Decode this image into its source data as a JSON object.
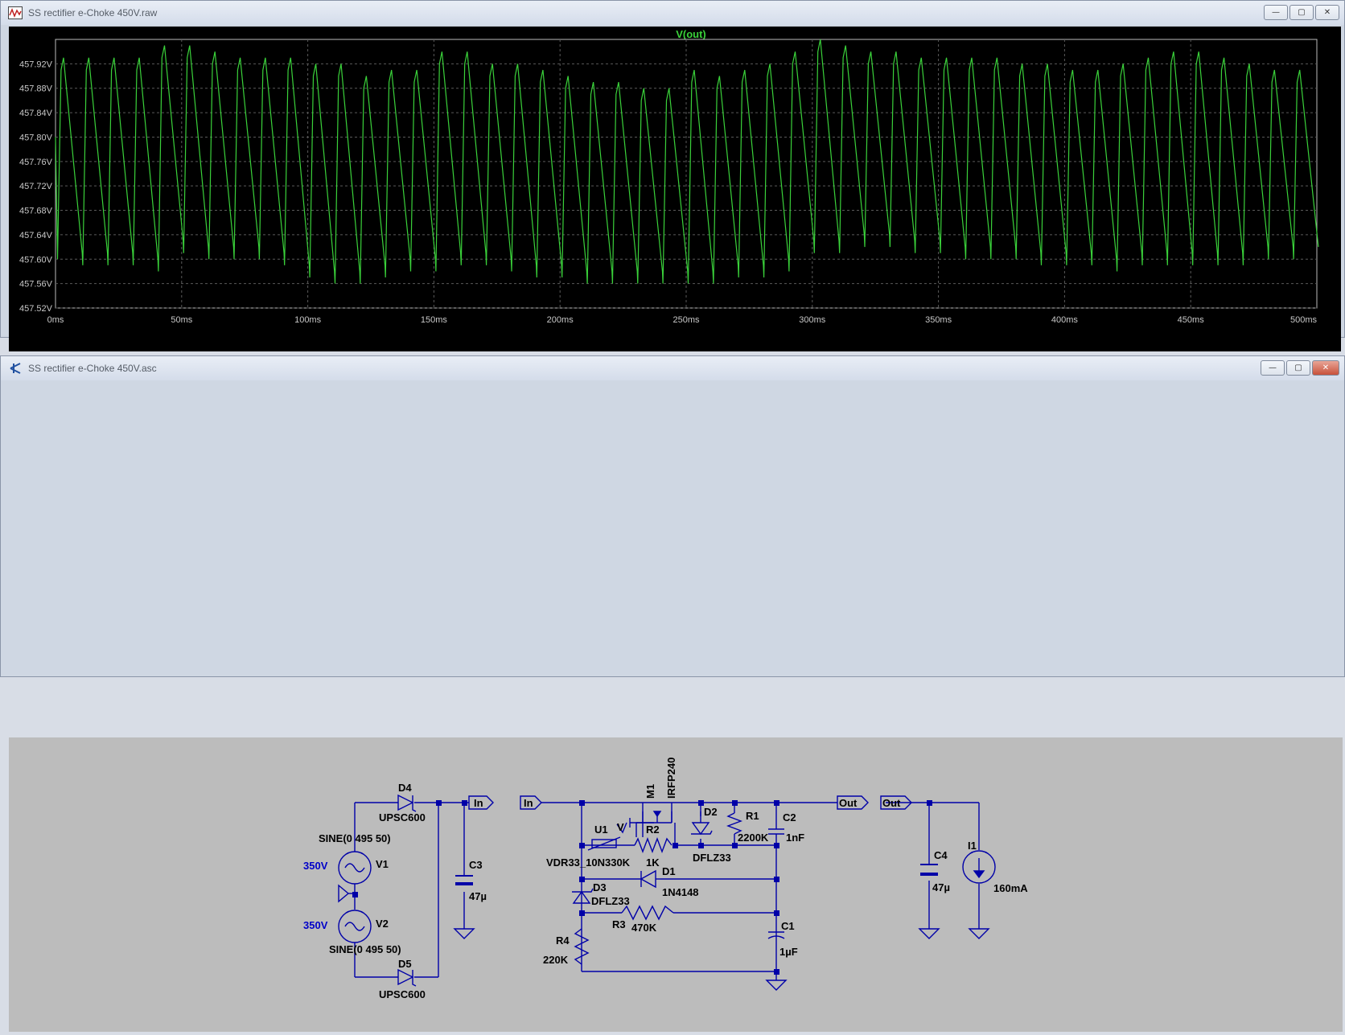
{
  "waveform_window": {
    "title": "SS rectifier e-Choke 450V.raw",
    "controls": {
      "minimize": "—",
      "maximize": "▢",
      "close": "✕"
    }
  },
  "schematic_window": {
    "title": "SS rectifier e-Choke 450V.asc",
    "controls": {
      "minimize": "—",
      "maximize": "▢",
      "close": "✕"
    }
  },
  "colors": {
    "trace": "#3ad13a",
    "grid": "#5a5a5a",
    "axis_text": "#c8c8c8",
    "wire": "#0000a8",
    "schematic_bg": "#bcbcbc",
    "source_value": "#0000c8"
  },
  "chart_data": {
    "type": "line",
    "title": "V(out)",
    "xlabel": "",
    "ylabel": "",
    "x_ticks": [
      "0ms",
      "50ms",
      "100ms",
      "150ms",
      "200ms",
      "250ms",
      "300ms",
      "350ms",
      "400ms",
      "450ms",
      "500ms"
    ],
    "y_ticks": [
      "457.52V",
      "457.56V",
      "457.60V",
      "457.64V",
      "457.68V",
      "457.72V",
      "457.76V",
      "457.80V",
      "457.84V",
      "457.88V",
      "457.92V"
    ],
    "xlim": [
      0,
      500
    ],
    "ylim": [
      457.52,
      457.96
    ],
    "grid": true,
    "series": [
      {
        "name": "V(out)",
        "color": "#3ad13a",
        "period_ms": 10,
        "peaks": [
          457.93,
          457.93,
          457.93,
          457.93,
          457.95,
          457.95,
          457.94,
          457.93,
          457.93,
          457.93,
          457.92,
          457.92,
          457.9,
          457.91,
          457.91,
          457.94,
          457.94,
          457.92,
          457.92,
          457.91,
          457.9,
          457.89,
          457.89,
          457.88,
          457.88,
          457.91,
          457.9,
          457.91,
          457.92,
          457.94,
          457.96,
          457.95,
          457.94,
          457.94,
          457.93,
          457.93,
          457.93,
          457.93,
          457.92,
          457.92,
          457.91,
          457.91,
          457.92,
          457.93,
          457.94,
          457.94,
          457.93,
          457.92,
          457.91,
          457.91
        ],
        "troughs": [
          457.6,
          457.59,
          457.59,
          457.59,
          457.58,
          457.61,
          457.6,
          457.6,
          457.6,
          457.59,
          457.57,
          457.56,
          457.56,
          457.57,
          457.58,
          457.58,
          457.59,
          457.59,
          457.58,
          457.57,
          457.57,
          457.56,
          457.56,
          457.56,
          457.56,
          457.56,
          457.56,
          457.57,
          457.57,
          457.58,
          457.61,
          457.61,
          457.62,
          457.62,
          457.61,
          457.61,
          457.6,
          457.6,
          457.6,
          457.59,
          457.59,
          457.59,
          457.58,
          457.59,
          457.59,
          457.59,
          457.59,
          457.59,
          457.6,
          457.6
        ]
      }
    ]
  },
  "schematic": {
    "labels": {
      "d4_ref": "D4",
      "d4_model": "UPSC600",
      "d5_ref": "D5",
      "d5_model": "UPSC600",
      "v1_value": "SINE(0 495 50)",
      "v1_ref": "V1",
      "v1_ac": "350V",
      "v2_value": "SINE(0 495 50)",
      "v2_ref": "V2",
      "v2_ac": "350V",
      "c3_ref": "C3",
      "c3_value": "47µ",
      "port_in_1": "In",
      "port_in_2": "In",
      "port_out_1": "Out",
      "port_out_2": "Out",
      "m1_ref": "M1",
      "m1_model": "IRFP240",
      "u1_ref": "U1",
      "u1_model": "VDR33_10N330K",
      "r2_ref": "R2",
      "r2_value": "1K",
      "d2_ref": "D2",
      "d2_model": "DFLZ33",
      "r1_ref": "R1",
      "r1_value": "2200K",
      "c2_ref": "C2",
      "c2_value": "1nF",
      "d1_ref": "D1",
      "d1_model": "1N4148",
      "d3_ref": "D3",
      "d3_model": "DFLZ33",
      "r3_ref": "R3",
      "r3_value": "470K",
      "r4_ref": "R4",
      "r4_value": "220K",
      "c1_ref": "C1",
      "c1_value": "1µF",
      "c4_ref": "C4",
      "c4_value": "47µ",
      "i1_ref": "I1",
      "i1_value": "160mA",
      "u1_v_mark": "V"
    }
  }
}
